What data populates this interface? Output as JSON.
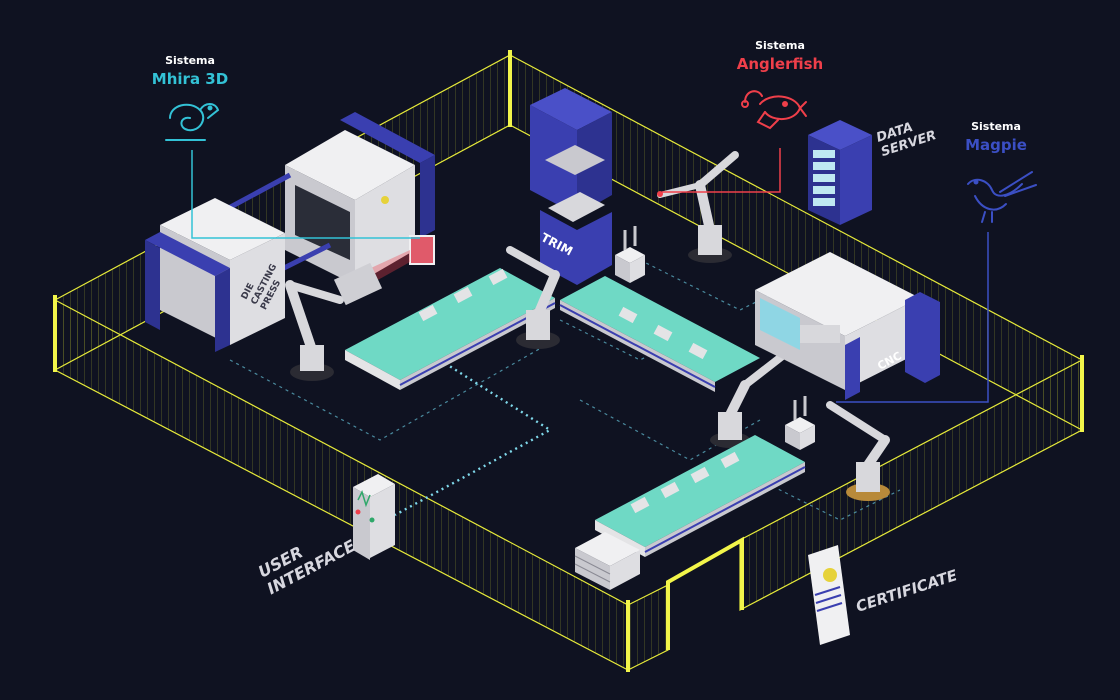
{
  "systems": {
    "mhira": {
      "prefix": "Sistema",
      "name": "Mhira 3D",
      "color": "#33c2d6",
      "icon": "chameleon-icon"
    },
    "anglerfish": {
      "prefix": "Sistema",
      "name": "Anglerfish",
      "color": "#ef3f4a",
      "icon": "anglerfish-icon"
    },
    "magpie": {
      "prefix": "Sistema",
      "name": "Magpie",
      "color": "#3b4fc4",
      "icon": "magpie-bird-icon"
    }
  },
  "labels": {
    "die_casting_1": "DIE",
    "die_casting_2": "CASTING",
    "die_casting_3": "PRESS",
    "trim": "TRIM",
    "data_server_1": "DATA",
    "data_server_2": "SERVER",
    "cnc": "CNC",
    "user_interface_1": "USER",
    "user_interface_2": "INTERFACE",
    "certificate": "CERTIFICATE"
  },
  "colors": {
    "background": "#0f1221",
    "fence": "#e6ea3a",
    "conveyor": "#6fd9c5",
    "machine_blue": "#3a3fb0",
    "machine_white": "#e4e4e6",
    "dotted": "#7fd8ea"
  }
}
